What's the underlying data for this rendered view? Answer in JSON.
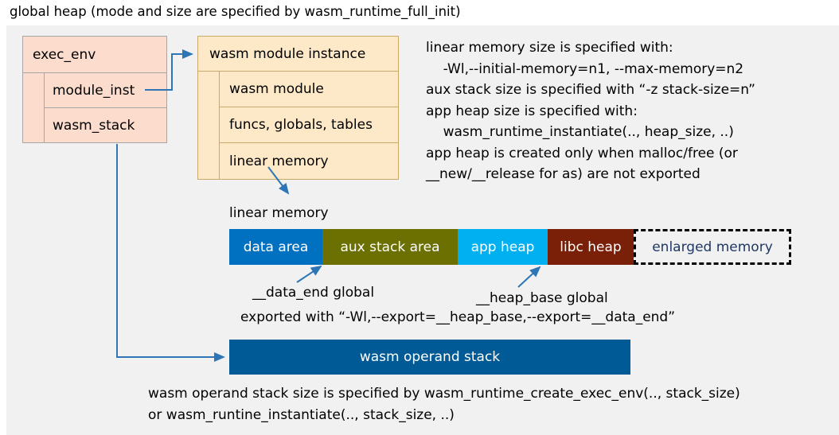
{
  "title": "global heap (mode and size are specified by wasm_runtime_full_init)",
  "colors": {
    "panel_bg": "#f1f1f1",
    "peach_box": "#fbdccd",
    "cream_box": "#fde9c8",
    "data_area": "#0070c0",
    "aux_stack_area": "#6b7000",
    "app_heap": "#00b0f0",
    "libc_heap": "#7a2008",
    "enlarged_memory_text": "#1f3864",
    "operand_stack": "#005a96",
    "connector": "#2e75b6"
  },
  "exec_env_box": {
    "header": "exec_env",
    "rows": [
      {
        "label": "module_inst"
      },
      {
        "label": "wasm_stack"
      }
    ]
  },
  "module_instance_box": {
    "header": "wasm module instance",
    "rows": [
      {
        "label": "wasm module"
      },
      {
        "label": "funcs, globals, tables"
      },
      {
        "label": "linear memory"
      }
    ]
  },
  "notes": {
    "right_block": "linear memory size is specified with:\n    -Wl,--initial-memory=n1, --max-memory=n2\naux stack size is specified with “-z stack-size=n”\napp heap size is specified with:\n    wasm_runtime_instantiate(.., heap_size, ..)\napp heap is created only when malloc/free (or\n__new/__release for as) are not exported",
    "bottom_block": "wasm operand stack size is specified by wasm_runtime_create_exec_env(.., stack_size)\nor wasm_runtine_instantiate(.., stack_size, ..)"
  },
  "linear_memory": {
    "caption": "linear memory",
    "segments": [
      {
        "label": "data area",
        "color": "#0070c0",
        "width": 117
      },
      {
        "label": "aux stack area",
        "color": "#6b7000",
        "width": 170
      },
      {
        "label": "app heap",
        "color": "#00b0f0",
        "width": 113
      },
      {
        "label": "libc heap",
        "color": "#7a2008",
        "width": 108
      },
      {
        "label": "enlarged memory",
        "color": "#f1f1f1",
        "width": 198,
        "dashed": true
      }
    ]
  },
  "annotations": {
    "data_end": "__data_end global",
    "heap_base": "__heap_base global",
    "exported_with": "exported with “-Wl,--export=__heap_base,--export=__data_end”"
  },
  "operand_stack": {
    "label": "wasm operand stack"
  }
}
